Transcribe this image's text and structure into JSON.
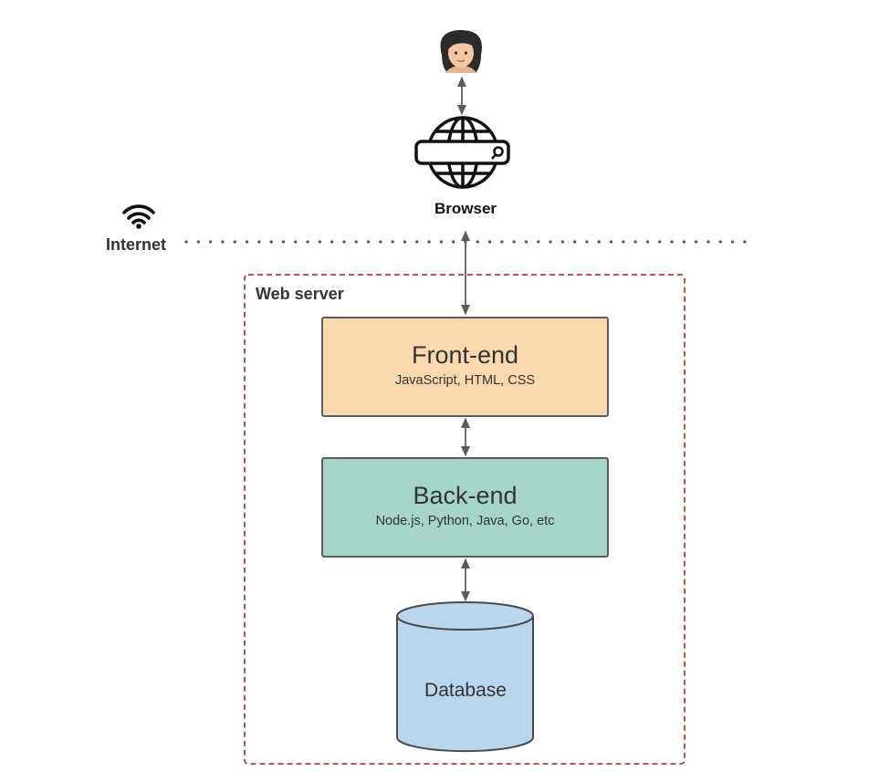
{
  "browser": {
    "label": "Browser",
    "icon": "globe-search-icon",
    "user_icon": "woman-emoji-icon"
  },
  "internet": {
    "label": "Internet",
    "icon": "wifi-icon"
  },
  "web_server": {
    "label": "Web server",
    "border_color": "#c0393b"
  },
  "frontend": {
    "title": "Front-end",
    "subtitle": "JavaScript, HTML, CSS",
    "color": "#fad9ae"
  },
  "backend": {
    "title": "Back-end",
    "subtitle": "Node.js, Python, Java, Go, etc",
    "color": "#a5d4c8"
  },
  "database": {
    "label": "Database",
    "color": "#b9d6ec"
  }
}
